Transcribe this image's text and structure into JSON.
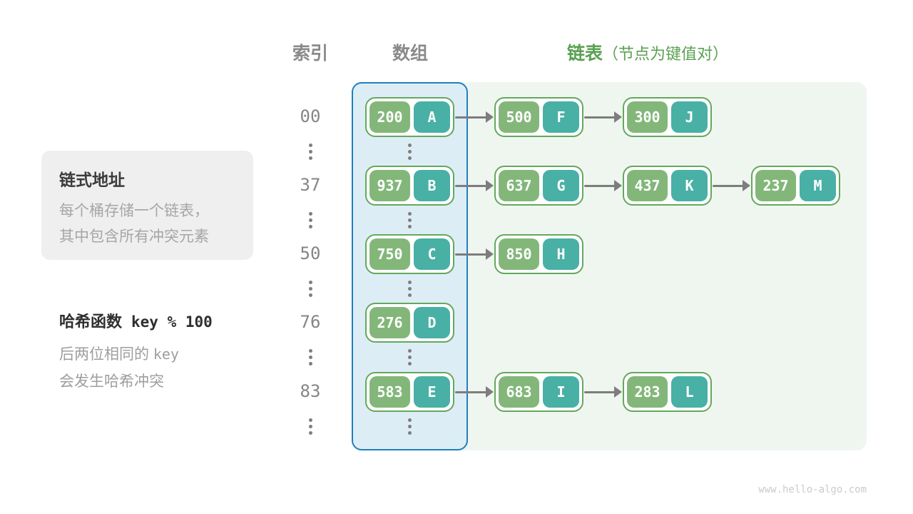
{
  "headers": {
    "index": "索引",
    "array": "数组",
    "list": "链表",
    "list_note": "（节点为键值对）"
  },
  "annotations": {
    "chaining": {
      "title": "链式地址",
      "line1": "每个桶存储一个链表，",
      "line2": "其中包含所有冲突元素"
    },
    "hash": {
      "title_text": "哈希函数",
      "title_code": "key % 100",
      "line1_text": "后两位相同的",
      "line1_code": "key",
      "line2": "会发生哈希冲突"
    }
  },
  "diagram": {
    "rows": [
      {
        "index": "00",
        "bucket": {
          "key": "200",
          "value": "A"
        },
        "chain": [
          {
            "key": "500",
            "value": "F"
          },
          {
            "key": "300",
            "value": "J"
          }
        ]
      },
      {
        "index": "37",
        "bucket": {
          "key": "937",
          "value": "B"
        },
        "chain": [
          {
            "key": "637",
            "value": "G"
          },
          {
            "key": "437",
            "value": "K"
          },
          {
            "key": "237",
            "value": "M"
          }
        ]
      },
      {
        "index": "50",
        "bucket": {
          "key": "750",
          "value": "C"
        },
        "chain": [
          {
            "key": "850",
            "value": "H"
          }
        ]
      },
      {
        "index": "76",
        "bucket": {
          "key": "276",
          "value": "D"
        },
        "chain": []
      },
      {
        "index": "83",
        "bucket": {
          "key": "583",
          "value": "E"
        },
        "chain": [
          {
            "key": "683",
            "value": "I"
          },
          {
            "key": "283",
            "value": "L"
          }
        ]
      }
    ]
  },
  "colors": {
    "key_cell": "#83b77a",
    "value_cell": "#49b0a5",
    "node_border": "#63a95b",
    "array_fill": "#ddedf6",
    "array_border": "#2080bd",
    "list_panel": "#eff6f0",
    "arrow": "#7d7d7d",
    "header_green": "#5ba153"
  },
  "watermark": "www.hello-algo.com"
}
